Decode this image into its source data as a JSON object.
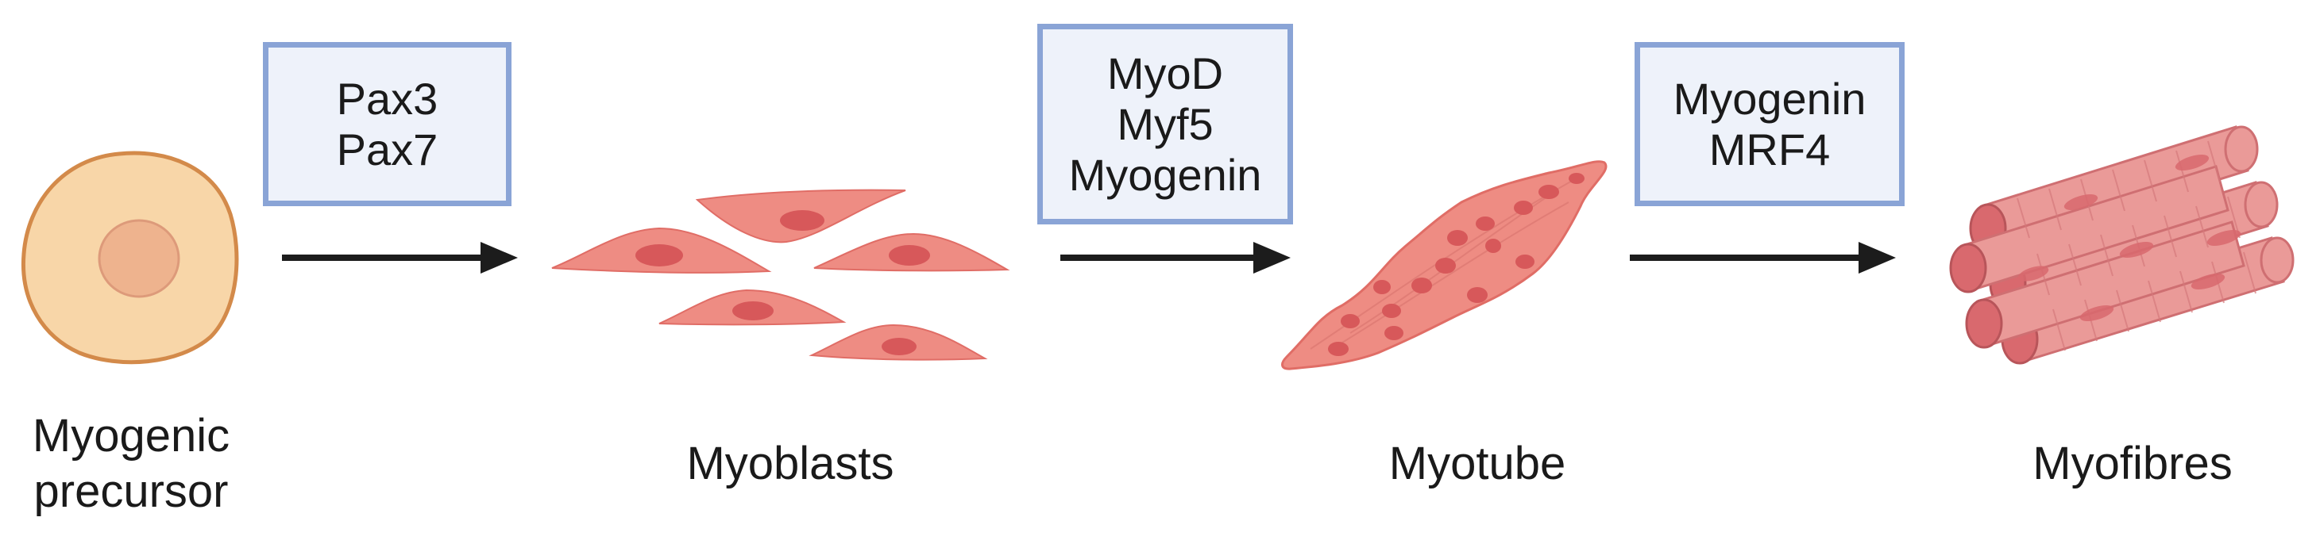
{
  "stages": [
    {
      "id": "precursor",
      "label": "Myogenic\nprecursor"
    },
    {
      "id": "myoblasts",
      "label": "Myoblasts"
    },
    {
      "id": "myotube",
      "label": "Myotube"
    },
    {
      "id": "myofibres",
      "label": "Myofibres"
    }
  ],
  "transitions": [
    {
      "factors": [
        "Pax3",
        "Pax7"
      ]
    },
    {
      "factors": [
        "MyoD",
        "Myf5",
        "Myogenin"
      ]
    },
    {
      "factors": [
        "Myogenin",
        "MRF4"
      ]
    }
  ],
  "colors": {
    "box_fill": "#eef2fa",
    "box_border": "#8aa4d6",
    "arrow": "#1c1c1c",
    "precursor_cell": "#f8d6a8",
    "precursor_nucleus": "#eeb38e",
    "muscle_cell": "#ee8c83",
    "muscle_nucleus": "#d7585a"
  }
}
